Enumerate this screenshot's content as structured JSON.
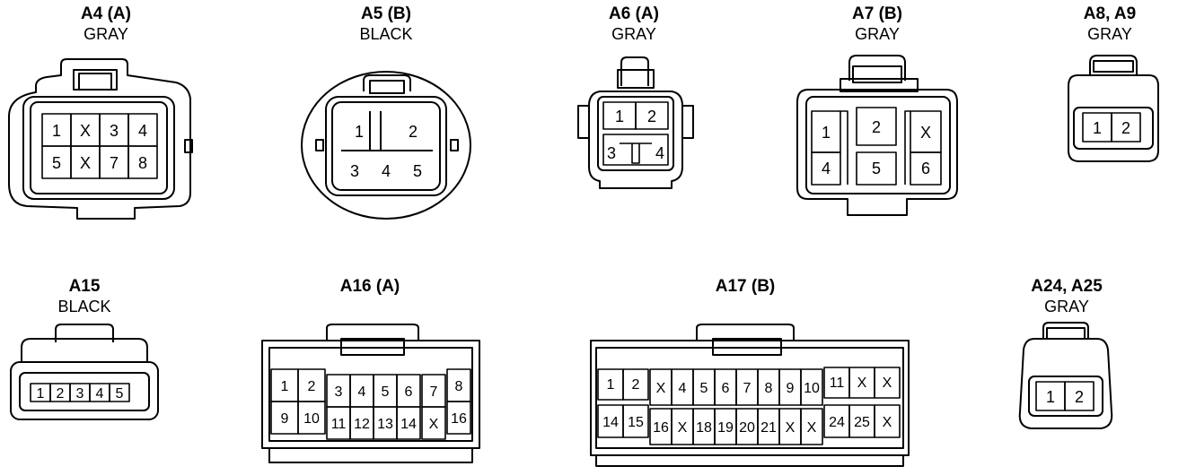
{
  "connectors": [
    {
      "id": "a4",
      "name": "A4 (A)",
      "color": "GRAY",
      "pins": [
        "1",
        "X",
        "3",
        "4",
        "5",
        "X",
        "7",
        "8"
      ]
    },
    {
      "id": "a5",
      "name": "A5 (B)",
      "color": "BLACK",
      "pins": [
        "1",
        "2",
        "3",
        "4",
        "5"
      ]
    },
    {
      "id": "a6",
      "name": "A6 (A)",
      "color": "GRAY",
      "pins": [
        "1",
        "2",
        "3",
        "4"
      ]
    },
    {
      "id": "a7",
      "name": "A7 (B)",
      "color": "GRAY",
      "pins": [
        "1",
        "2",
        "X",
        "4",
        "5",
        "6"
      ]
    },
    {
      "id": "a8",
      "name": "A8, A9",
      "color": "GRAY",
      "pins": [
        "1",
        "2"
      ]
    },
    {
      "id": "a15",
      "name": "A15",
      "color": "BLACK",
      "pins": [
        "1",
        "2",
        "3",
        "4",
        "5"
      ]
    },
    {
      "id": "a16",
      "name": "A16 (A)",
      "color": "",
      "pins": [
        "1",
        "2",
        "3",
        "4",
        "5",
        "6",
        "7",
        "8",
        "9",
        "10",
        "11",
        "12",
        "13",
        "14",
        "X",
        "16"
      ]
    },
    {
      "id": "a17",
      "name": "A17 (B)",
      "color": "",
      "pins": [
        "1",
        "2",
        "X",
        "4",
        "5",
        "6",
        "7",
        "8",
        "9",
        "10",
        "11",
        "X",
        "X",
        "14",
        "15",
        "16",
        "X",
        "18",
        "19",
        "20",
        "21",
        "X",
        "X",
        "24",
        "25",
        "X"
      ]
    },
    {
      "id": "a24",
      "name": "A24, A25",
      "color": "GRAY",
      "pins": [
        "1",
        "2"
      ]
    }
  ]
}
